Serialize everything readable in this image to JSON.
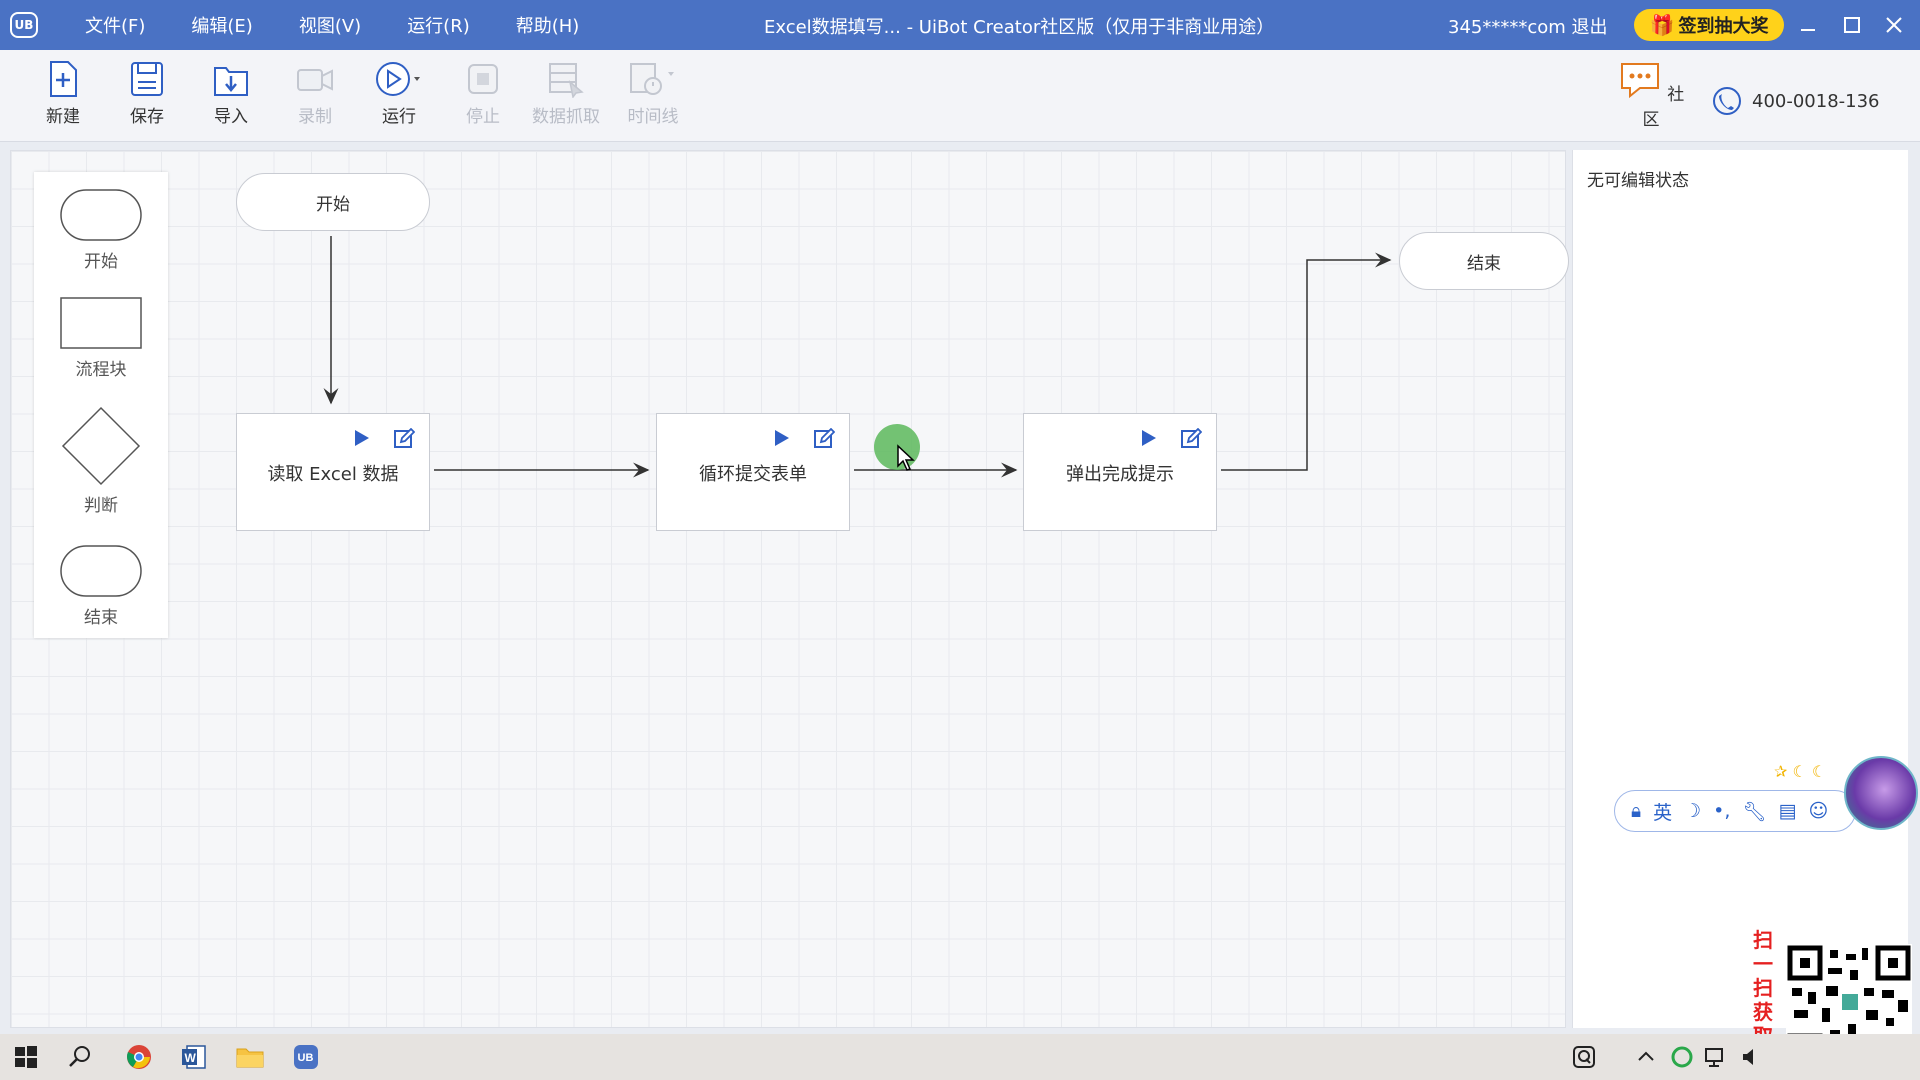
{
  "app": {
    "logo": "UB",
    "menu": [
      "文件(F)",
      "编辑(E)",
      "视图(V)",
      "运行(R)",
      "帮助(H)"
    ],
    "window_title": "Excel数据填写...  - UiBot Creator社区版（仅用于非商业用途）",
    "user": "345*****com 退出",
    "signin_label": "签到抽大奖"
  },
  "toolbar": {
    "new": "新建",
    "save": "保存",
    "import": "导入",
    "record": "录制",
    "run": "运行",
    "stop": "停止",
    "data_scrape": "数据抓取",
    "timeline": "时间线",
    "community": "社区",
    "phone": "400-0018-136"
  },
  "palette": {
    "start": "开始",
    "flow_block": "流程块",
    "decision": "判断",
    "end": "结束"
  },
  "flow": {
    "start": "开始",
    "end": "结束",
    "block1": "读取 Excel 数据",
    "block2": "循环提交表单",
    "block3": "弹出完成提示"
  },
  "properties": {
    "title": "无可编辑状态"
  },
  "ime": {
    "lang": "英"
  },
  "promo": {
    "text": "扫一扫获取教程"
  },
  "colors": {
    "titlebar": "#4a72c4",
    "accent": "#2f5fc4",
    "signin": "#ffd21a"
  }
}
